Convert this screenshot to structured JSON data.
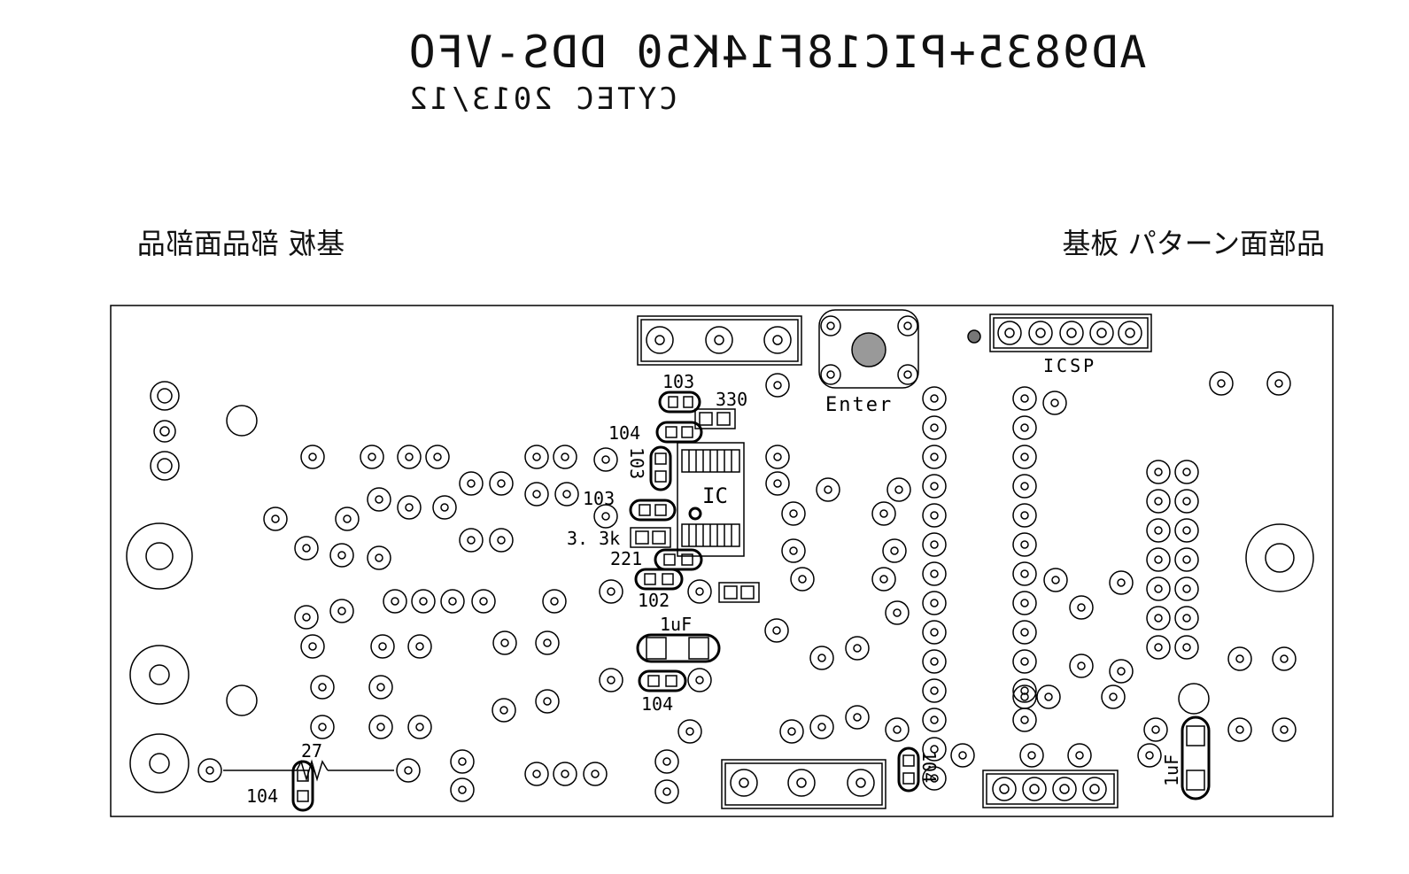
{
  "title": "AD9835+PIC18F14K50 DDS-VFO",
  "subtitle": "CYTEC 2013/12",
  "left_heading": "基板 部品面部品",
  "right_heading": "基板 パターン面部品",
  "labels": {
    "icsp": "ICSP",
    "enter": "Enter",
    "ic": "IC",
    "cap_103_top": "103",
    "res_330": "330",
    "cap_104_a": "104",
    "cap_103_vert": "103",
    "cap_103_b": "103",
    "res_3_3k": "3. 3k",
    "res_221": "221",
    "cap_102": "102",
    "cap_1uf_a": "1uF",
    "cap_104_b": "104",
    "inductor_27": "27",
    "cap_104_c": "104",
    "cap_104_d": "104",
    "cap_1uf_b": "1uF"
  }
}
